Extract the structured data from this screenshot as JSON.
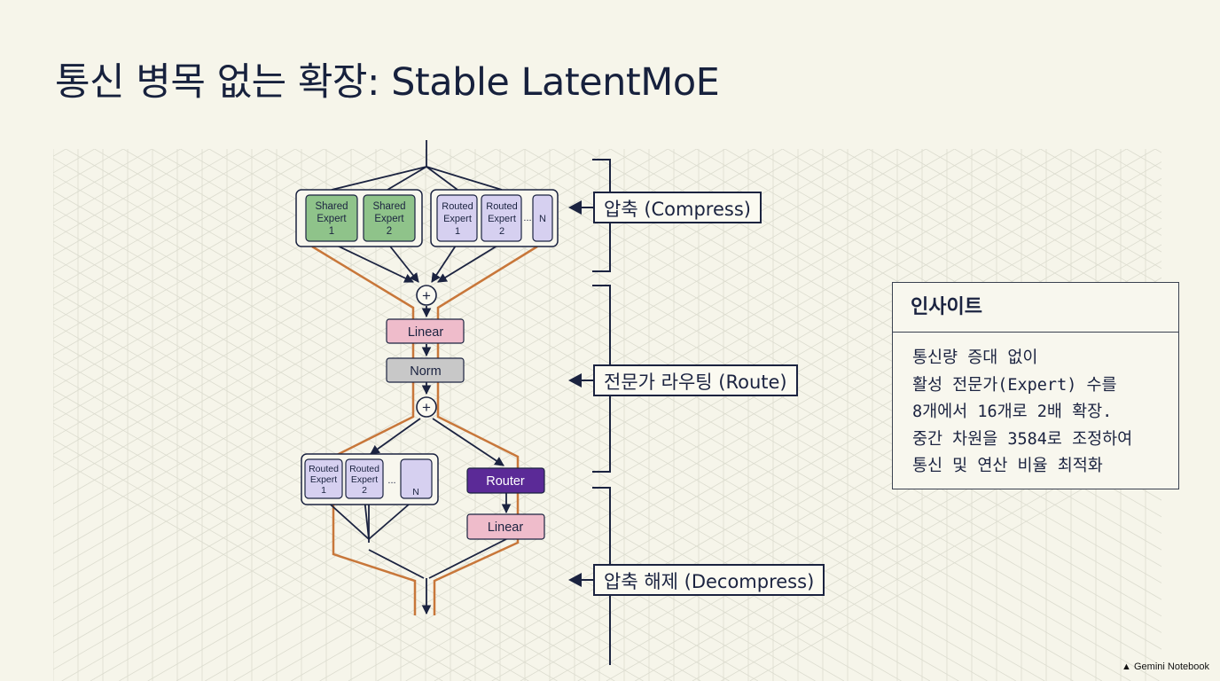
{
  "title": "통신 병목 없는 확장: Stable LatentMoE",
  "diagram": {
    "top_experts": {
      "shared1": [
        "Shared",
        "Expert",
        "1"
      ],
      "shared2": [
        "Shared",
        "Expert",
        "2"
      ],
      "routed1": [
        "Routed",
        "Expert",
        "1"
      ],
      "routed2": [
        "Routed",
        "Expert",
        "2"
      ],
      "ellipsis": "...",
      "n": "N"
    },
    "plus1": "+",
    "linear1": "Linear",
    "norm": "Norm",
    "plus2": "+",
    "bottom_experts": {
      "routed1": [
        "Routed",
        "Expert",
        "1"
      ],
      "routed2": [
        "Routed",
        "Expert",
        "2"
      ],
      "ellipsis": "...",
      "n": "N"
    },
    "router": "Router",
    "linear2": "Linear"
  },
  "stages": {
    "compress": "압축 (Compress)",
    "route": "전문가 라우팅 (Route)",
    "decompress": "압축 해제 (Decompress)"
  },
  "insight": {
    "heading": "인사이트",
    "lines": [
      "통신량 증대 없이",
      "활성 전문가(Expert) 수를",
      "8개에서 16개로 2배 확장.",
      "중간 차원을 3584로 조정하여",
      "통신 및 연산 비율 최적화"
    ]
  },
  "footer": "Gemini Notebook",
  "colors": {
    "background": "#f6f5ea",
    "ink": "#1b2340",
    "shared_green": "#8fc38a",
    "routed_lavender": "#d6d0f0",
    "linear_pink": "#efbccb",
    "norm_gray": "#c8c8c8",
    "router_purple": "#5b2a97",
    "residual_orange": "#c8773a"
  }
}
